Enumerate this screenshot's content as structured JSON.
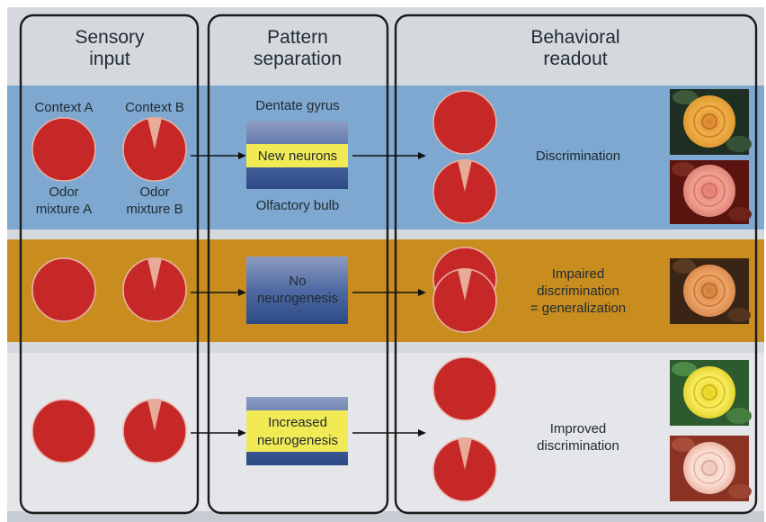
{
  "headers": {
    "sensory": [
      "Sensory",
      "input"
    ],
    "pattern": [
      "Pattern",
      "separation"
    ],
    "behavioral": [
      "Behavioral",
      "readout"
    ]
  },
  "rows": [
    {
      "id": "row-normal",
      "band_color": "#7ea8cf",
      "context_a": "Context A",
      "context_b": "Context B",
      "odor_a": [
        "Odor",
        "mixture A"
      ],
      "odor_b": [
        "Odor",
        "mixture B"
      ],
      "top_region": "Dentate gyrus",
      "bottom_region": "Olfactory bulb",
      "box_lines": [
        "New neurons"
      ],
      "box_highlight": true,
      "readout": [
        "Discrimination"
      ],
      "rose_styles": [
        "natural-orange",
        "pink-on-red"
      ]
    },
    {
      "id": "row-no-neurogenesis",
      "band_color": "#c98d1f",
      "box_lines": [
        "No",
        "neurogenesis"
      ],
      "box_highlight": false,
      "readout": [
        "Impaired",
        "discrimination",
        "= generalization"
      ],
      "rose_styles": [
        "sepia-orange"
      ]
    },
    {
      "id": "row-increased",
      "band_color": "#e4e6e9",
      "box_lines": [
        "Increased",
        "neurogenesis"
      ],
      "box_highlight": true,
      "readout": [
        "Improved",
        "discrimination"
      ],
      "rose_styles": [
        "yellow-green",
        "white-on-red"
      ]
    }
  ],
  "colors": {
    "panel_background": "#d5d9de",
    "circle_fill": "#c62828",
    "wedge_fill": "#e7ab99",
    "box_navy": "#3a5590",
    "highlight_yellow": "#f1ea55"
  }
}
